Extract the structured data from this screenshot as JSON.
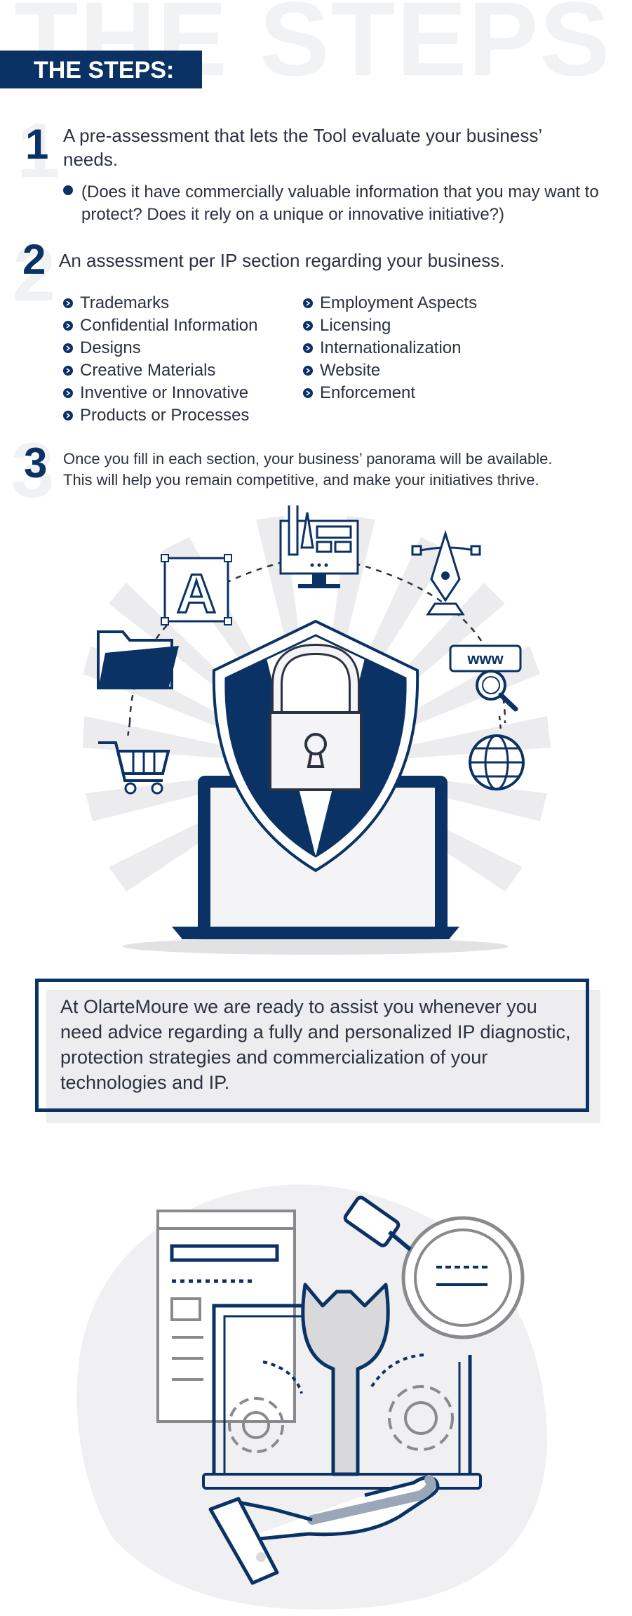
{
  "header": {
    "background_word": "THE STEPS",
    "title": "THE STEPS:"
  },
  "steps": [
    {
      "number": "1",
      "text": "A pre-assessment that lets the Tool evaluate your business’ needs.",
      "bullet_text": "(Does it have commercially valuable information that you may want to protect? Does it rely on a unique or innovative initiative?)"
    },
    {
      "number": "2",
      "text": "An assessment per IP section regarding your business.",
      "sections_left": [
        "Trademarks",
        "Confidential Information",
        "Designs",
        "Creative Materials",
        "Inventive or Innovative",
        "Products or Processes"
      ],
      "sections_right": [
        "Employment Aspects",
        "Licensing",
        "Internationalization",
        "Website",
        "Enforcement"
      ]
    },
    {
      "number": "3",
      "line1": "Once you fill in each section, your business’ panorama will be available.",
      "line2": "This will help you remain competitive,  and make your initiatives thrive."
    }
  ],
  "illustration_icons": [
    "letter-a-icon",
    "monitor-tools-icon",
    "pen-tool-icon",
    "folder-icon",
    "www-search-icon",
    "shopping-cart-icon",
    "globe-icon",
    "shield-lock-icon",
    "laptop-icon"
  ],
  "illustration_text": {
    "letter": "A",
    "www": "www"
  },
  "quote": {
    "text": "At OlarteMoure we are ready to assist you whenever you need advice regarding a fully and personalized IP diagnostic, protection strategies and commercialization of your technologies and IP."
  },
  "bottom_icons": [
    "document-icon",
    "wrench-icon",
    "magnifier-icon",
    "gear-icon",
    "hand-icon"
  ],
  "colors": {
    "navy": "#0b3264",
    "light_gray": "#ededef",
    "mid_gray": "#d9d9dc"
  }
}
